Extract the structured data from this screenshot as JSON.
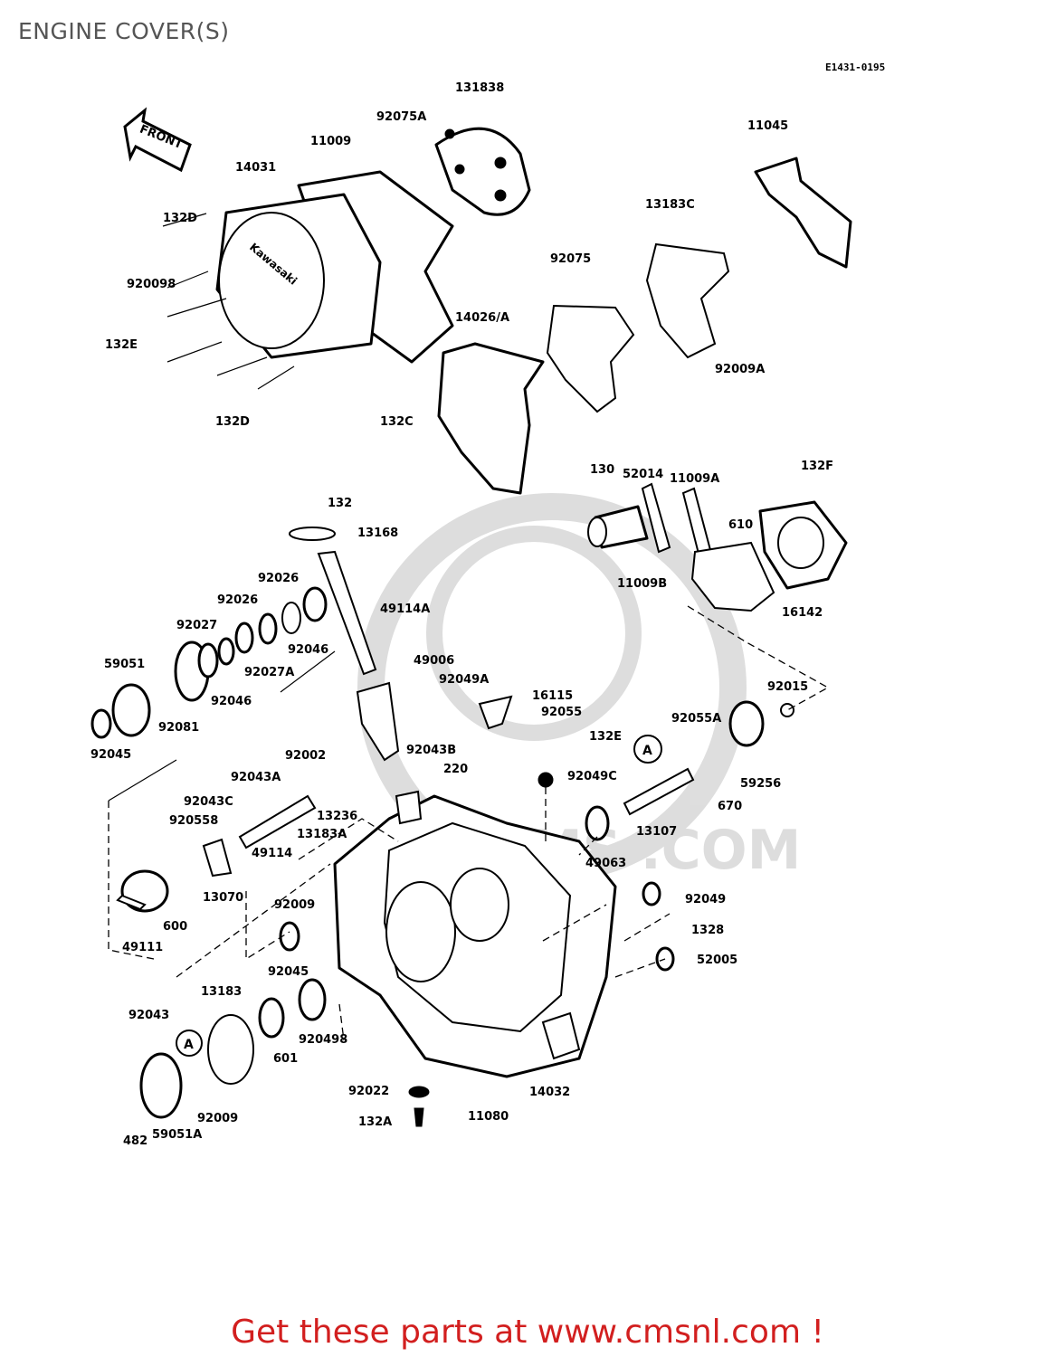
{
  "header": {
    "title": "ENGINE COVER(S)",
    "diagram_code": "E1431-0195"
  },
  "diagram": {
    "front_label": "FRONT",
    "cover_brand": "Kawasaki",
    "ref_marker": "A",
    "watermark": "CMS .COM",
    "parts": [
      "131838",
      "92075A",
      "11009",
      "14031",
      "132D",
      "920098",
      "132E",
      "132D",
      "11045",
      "13183C",
      "92075",
      "14026/A",
      "132C",
      "92009A",
      "130",
      "52014",
      "11009A",
      "132F",
      "610",
      "11009B",
      "16142",
      "92015",
      "132",
      "13168",
      "92026",
      "92026",
      "49114A",
      "92027",
      "92046",
      "59051",
      "92027A",
      "92046",
      "92081",
      "92045",
      "49006",
      "92049A",
      "16115",
      "92055",
      "132E",
      "92055A",
      "59256",
      "670",
      "92002",
      "92043A",
      "92043B",
      "220",
      "92049C",
      "13107",
      "92043C",
      "13236",
      "920558",
      "13183A",
      "49114",
      "49063",
      "13070",
      "92009",
      "92049",
      "49111",
      "600",
      "1328",
      "52005",
      "92045",
      "13183",
      "92043",
      "920498",
      "601",
      "92009",
      "92022",
      "14032",
      "132A",
      "11080",
      "482",
      "59051A"
    ]
  },
  "footer": {
    "cta": "Get these parts at www.cmsnl.com !",
    "link_color": "#d21f1f"
  }
}
